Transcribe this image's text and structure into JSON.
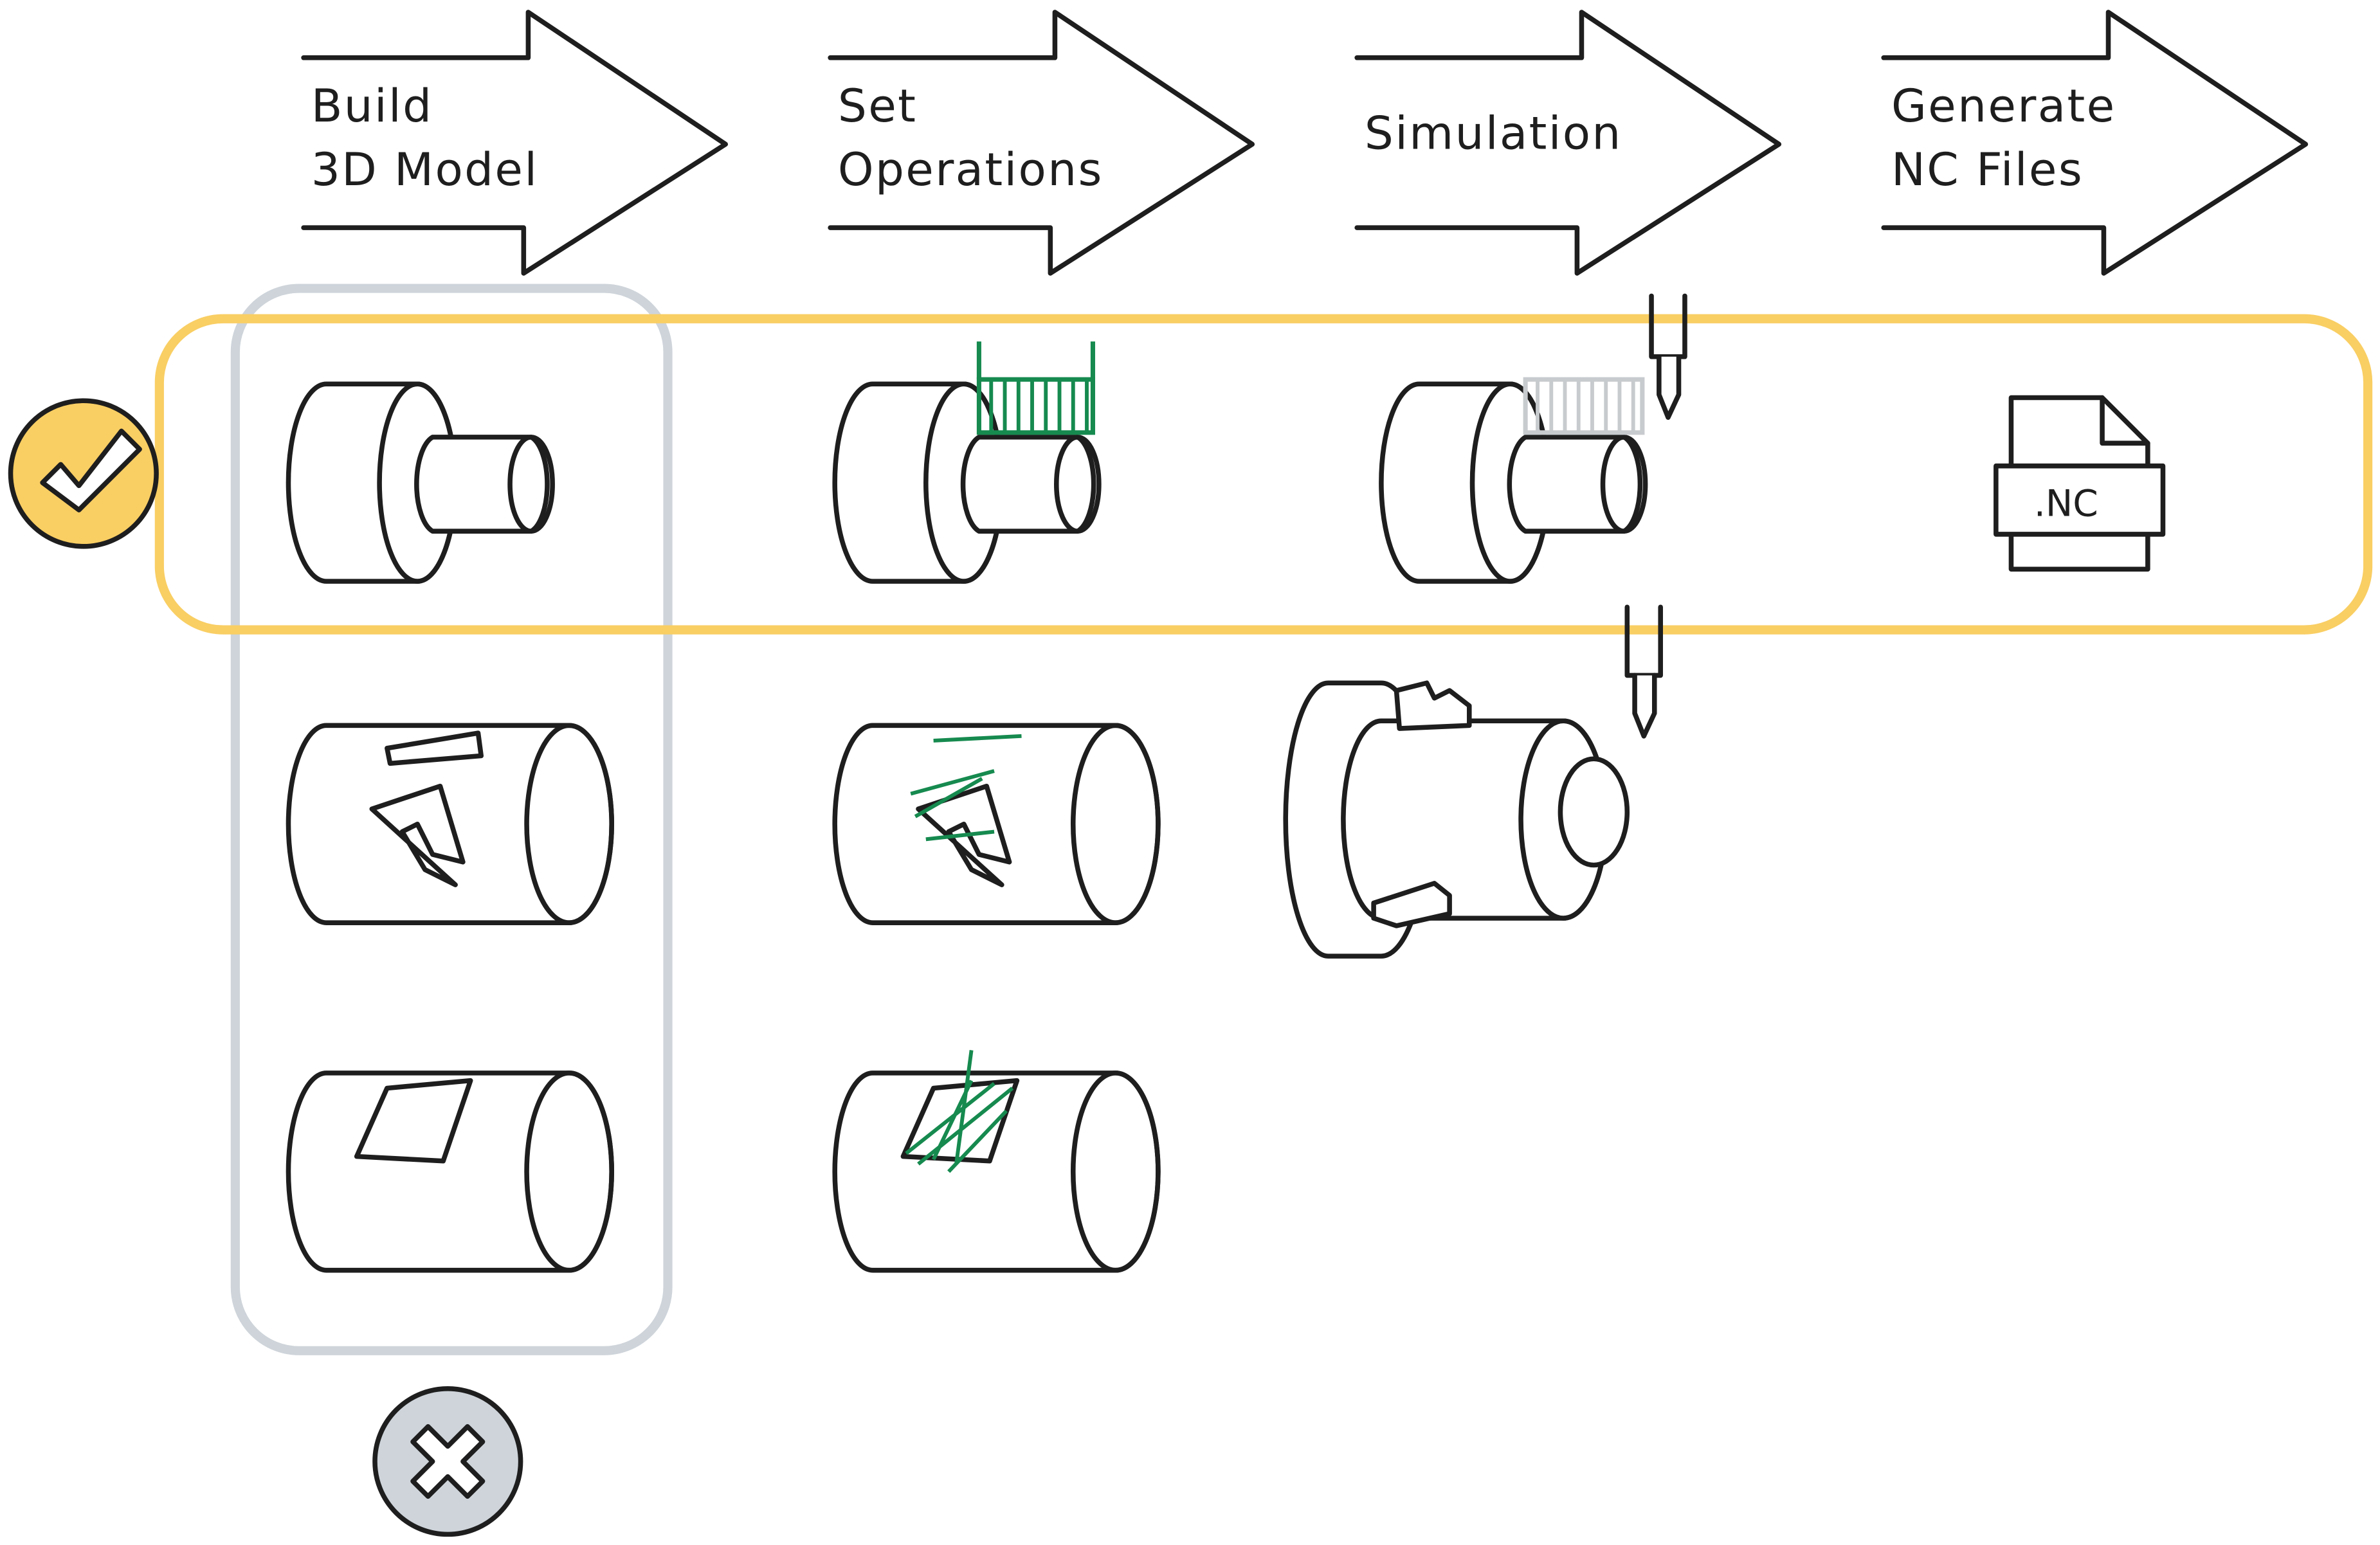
{
  "steps": [
    {
      "lines": [
        "Build",
        "3D Model"
      ]
    },
    {
      "lines": [
        "Set",
        "Operations"
      ]
    },
    {
      "lines": [
        "Simulation"
      ]
    },
    {
      "lines": [
        "Generate",
        "NC Files"
      ]
    }
  ],
  "file_icon": {
    "label": ".NC"
  },
  "status_icons": {
    "accepted": "check-icon",
    "rejected": "x-icon"
  },
  "colors": {
    "ink": "#1e1e1e",
    "highlight_yellow": "#f9ce63",
    "group_gray": "#ced4da",
    "toolpath_green": "#168a4f",
    "simulation_gray": "#c8cbce"
  }
}
